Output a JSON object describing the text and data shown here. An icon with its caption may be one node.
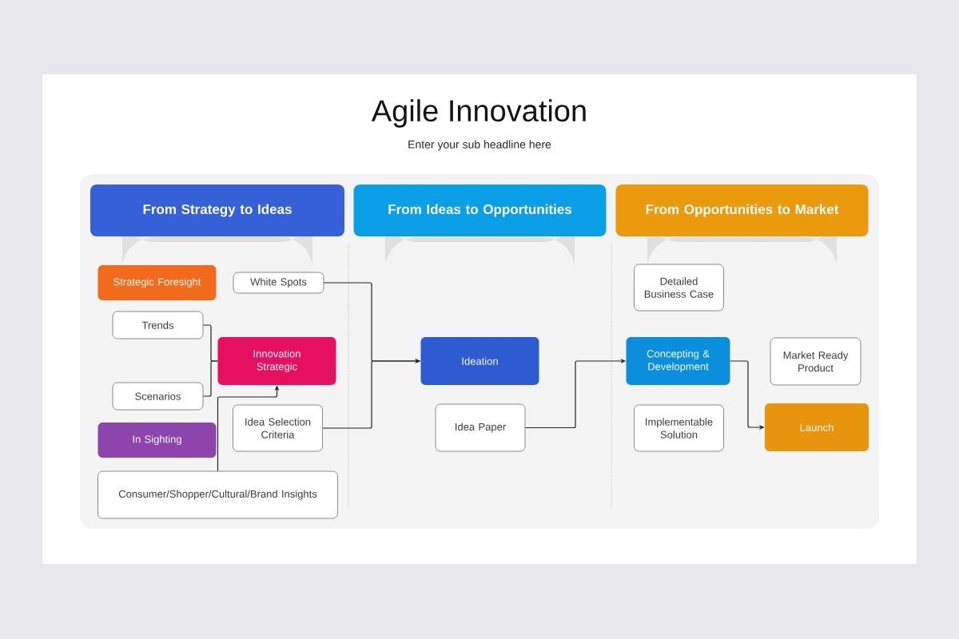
{
  "diagram": {
    "title": "Agile Innovation",
    "nodes": [
      {
        "text": [
          "From Strategy to Ideas"
        ]
      },
      {
        "text": [
          "From Ideas to Opportunities"
        ]
      },
      {
        "text": [
          "From Opportunities to Market"
        ]
      },
      {
        "text": [
          "Strategic Foresight"
        ]
      },
      {
        "text": [
          "White Spots"
        ]
      },
      {
        "text": [
          "Trends"
        ]
      },
      {
        "text": [
          "Innovation Strategic"
        ]
      },
      {
        "text": [
          "Scenarios"
        ]
      },
      {
        "text": [
          "In Sighting"
        ]
      },
      {
        "text": [
          "Idea Selection Criteria"
        ]
      },
      {
        "text": [
          "Consumer/Shopper/Cultural/Brand Insights"
        ]
      },
      {
        "text": [
          "Ideation"
        ]
      },
      {
        "text": [
          "Idea Paper"
        ]
      },
      {
        "text": [
          "Detailed Business Case"
        ]
      },
      {
        "text": [
          "Concepting & Development"
        ]
      },
      {
        "text": [
          "Market Ready Product"
        ]
      },
      {
        "text": [
          "Implementable Solution"
        ]
      },
      {
        "text": [
          "Launch"
        ]
      }
    ],
    "edges": [
      {
        "from": 5,
        "to": 6,
        "arrow": "none"
      },
      {
        "from": 7,
        "to": 6,
        "arrow": "none"
      },
      {
        "from": 10,
        "to": 6,
        "arrow": "to"
      },
      {
        "from": 4,
        "to": 11,
        "arrow": "to"
      },
      {
        "from": 9,
        "to": 11,
        "arrow": "to"
      },
      {
        "from": 12,
        "to": 14,
        "arrow": "to"
      },
      {
        "from": 14,
        "to": 17,
        "arrow": "to"
      }
    ],
    "labels": [
      "Enter your sub headline here"
    ]
  }
}
